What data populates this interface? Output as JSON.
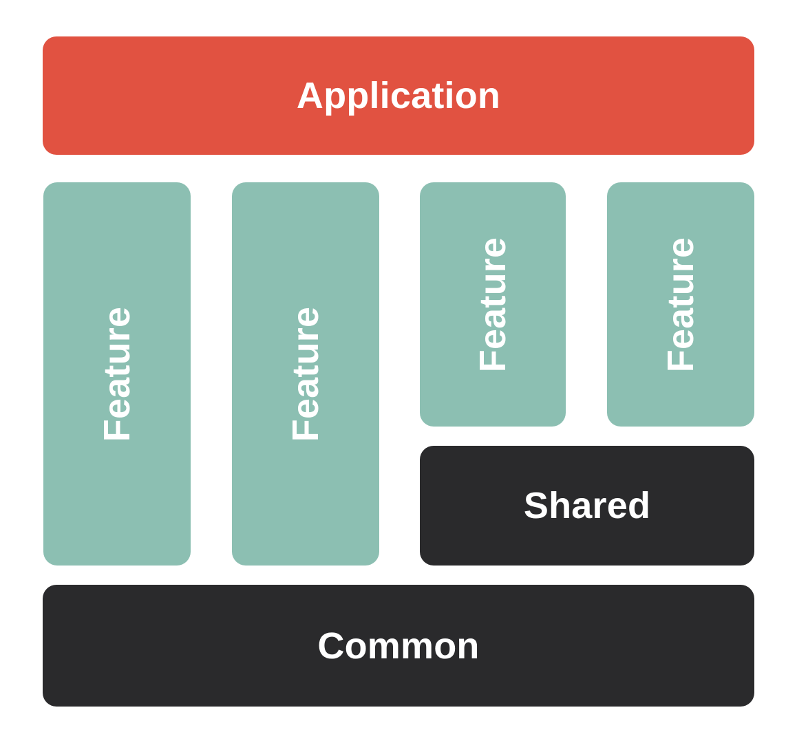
{
  "diagram": {
    "type": "layered-architecture",
    "background_color": "#FFFFFF",
    "layers": {
      "application": {
        "label": "Application",
        "color": "#E15241",
        "text_color": "#FFFFFF",
        "orientation": "horizontal"
      },
      "features": {
        "color": "#8CBFB2",
        "text_color": "#FFFFFF",
        "orientation": "vertical",
        "items": [
          {
            "label": "Feature",
            "height_variant": "tall"
          },
          {
            "label": "Feature",
            "height_variant": "tall"
          },
          {
            "label": "Feature",
            "height_variant": "short"
          },
          {
            "label": "Feature",
            "height_variant": "short"
          }
        ]
      },
      "shared": {
        "label": "Shared",
        "color": "#2A2A2C",
        "text_color": "#FFFFFF",
        "orientation": "horizontal"
      },
      "common": {
        "label": "Common",
        "color": "#2A2A2C",
        "text_color": "#FFFFFF",
        "orientation": "horizontal"
      }
    }
  }
}
